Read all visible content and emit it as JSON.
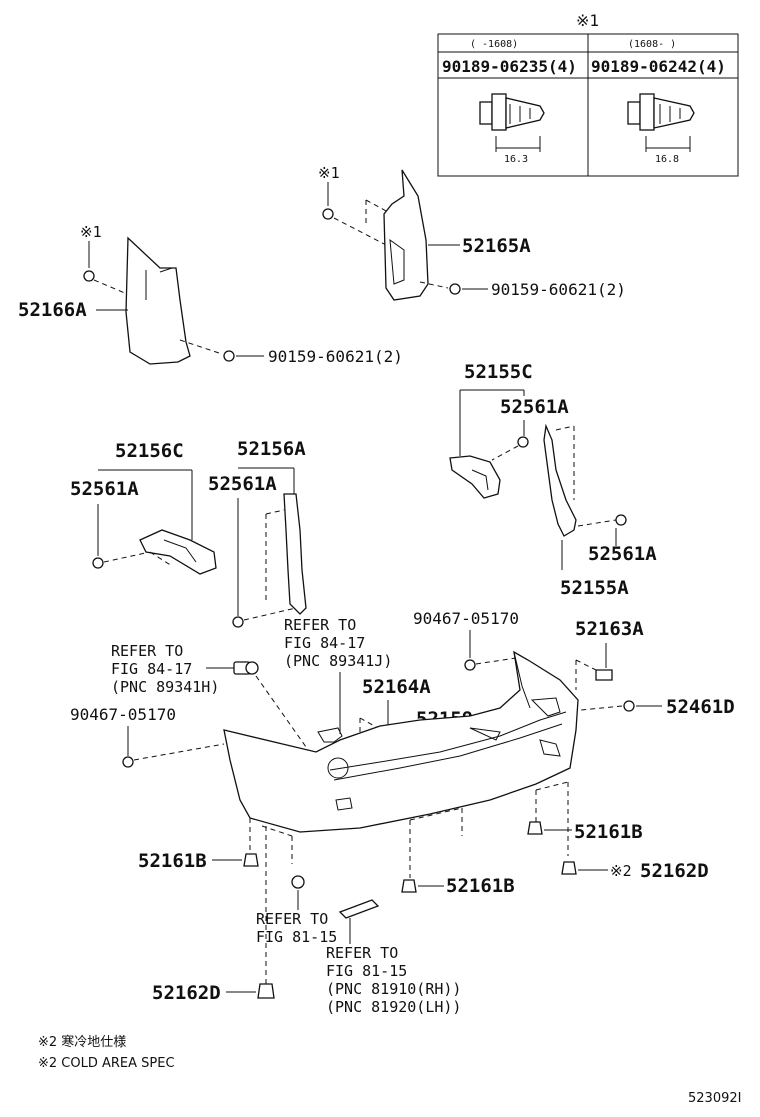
{
  "clip_table": {
    "mark": "※1",
    "col1_range": "(  -1608)",
    "col2_range": "(1608-  )",
    "col1_part": "90189-06235(4)",
    "col2_part": "90189-06242(4)",
    "col1_dim": "16.3",
    "col2_dim": "16.8"
  },
  "marks": {
    "m1": "※1",
    "m1b": "※1",
    "m2": "※2"
  },
  "parts": {
    "p52165A": "52165A",
    "p52166A": "52166A",
    "screw_a": "90159-60621(2)",
    "screw_b": "90159-60621(2)",
    "p52155C": "52155C",
    "p52561A_1": "52561A",
    "p52561A_2": "52561A",
    "p52561A_3": "52561A",
    "p52561A_4": "52561A",
    "p52156C": "52156C",
    "p52156A": "52156A",
    "p52155A": "52155A",
    "bolt_a": "90467-05170",
    "bolt_b": "90467-05170",
    "p52163A": "52163A",
    "p52164A": "52164A",
    "p52159": "52159",
    "p52461D": "52461D",
    "p52161B_1": "52161B",
    "p52161B_2": "52161B",
    "p52161B_3": "52161B",
    "p52162D_1": "52162D",
    "p52162D_2": "52162D"
  },
  "refs": {
    "r1": [
      "REFER TO",
      "FIG 84-17",
      "(PNC 89341J)"
    ],
    "r2": [
      "REFER TO",
      "FIG 84-17",
      "(PNC 89341H)"
    ],
    "r3": [
      "REFER TO",
      "FIG 81-15"
    ],
    "r4": [
      "REFER TO",
      "FIG 81-15",
      "(PNC 81910(RH))",
      "(PNC 81920(LH))"
    ]
  },
  "footnotes": {
    "jp": "※2 寒冷地仕様",
    "en": "※2 COLD AREA SPEC"
  },
  "diagram_id": "523092I"
}
